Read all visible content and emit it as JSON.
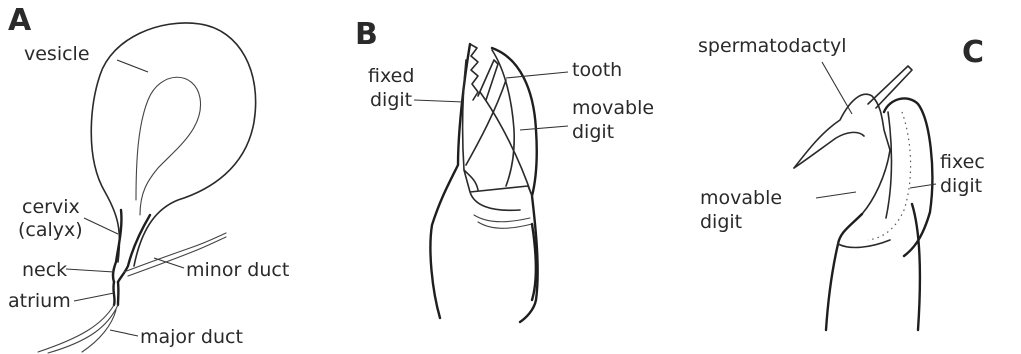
{
  "panels": [
    {
      "letter": "A",
      "labels": {
        "vesicle": "vesicle",
        "cervix": "cervix",
        "calyx": "(calyx)",
        "neck": "neck",
        "atrium": "atrium",
        "minor_duct": "minor duct",
        "major_duct": "major duct"
      }
    },
    {
      "letter": "B",
      "labels": {
        "fixed_1": "fixed",
        "fixed_2": "digit",
        "tooth": "tooth",
        "movable_1": "movable",
        "movable_2": "digit"
      }
    },
    {
      "letter": "C",
      "labels": {
        "spermatodactyl": "spermatodactyl",
        "fixed_1": "fixec",
        "fixed_2": "digit",
        "movable_1": "movable",
        "movable_2": "digit"
      }
    }
  ]
}
